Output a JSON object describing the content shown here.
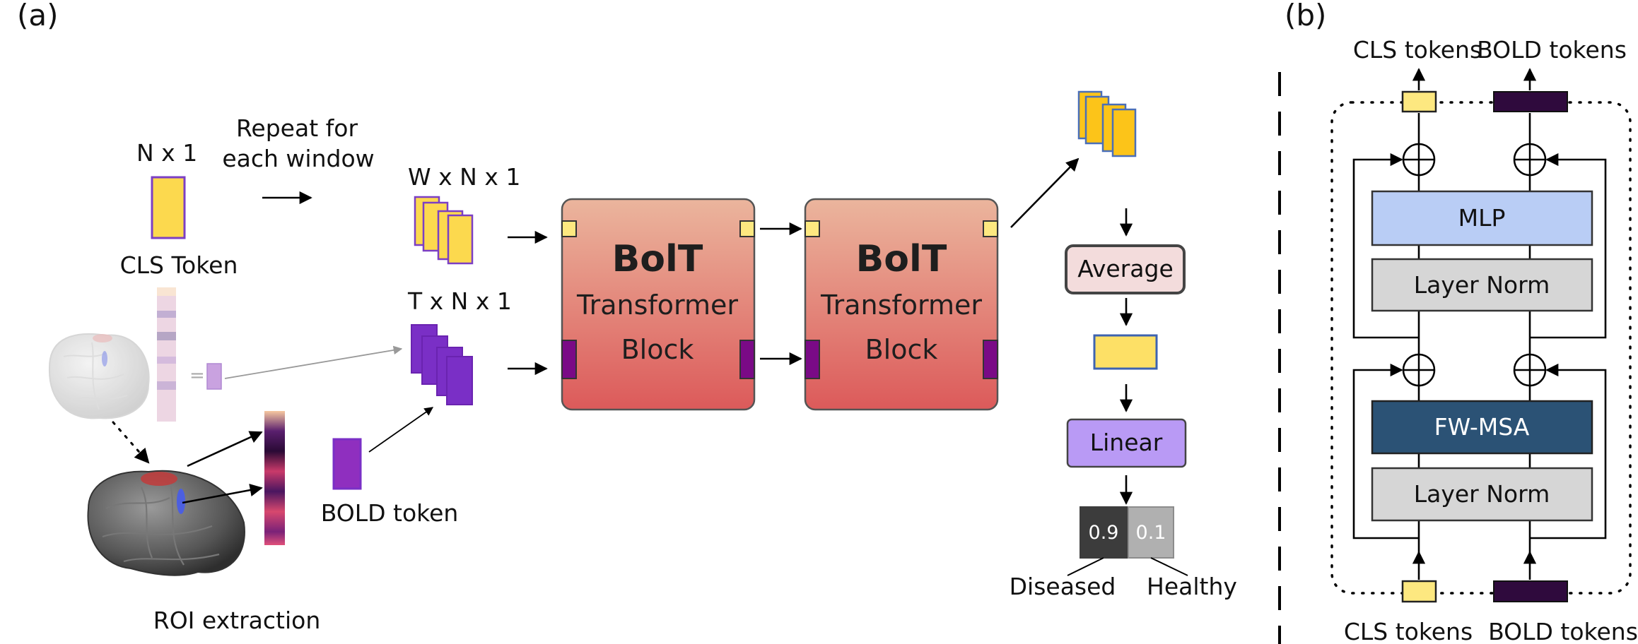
{
  "panel_a": {
    "label": "(a)",
    "n_x_1": "N x 1",
    "repeat": [
      "Repeat for",
      "each window"
    ],
    "cls_token": "CLS Token",
    "w_n_1": "W x N x 1",
    "t_n_1": "T x N x 1",
    "bold_token": "BOLD token",
    "roi": "ROI extraction",
    "equals": "=",
    "block1": {
      "title": "BolT",
      "line1": "Transformer",
      "line2": "Block"
    },
    "block2": {
      "title": "BolT",
      "line1": "Transformer",
      "line2": "Block"
    },
    "average": "Average",
    "linear": "Linear",
    "prob_diseased": "0.9",
    "prob_healthy": "0.1",
    "diseased": "Diseased",
    "healthy": "Healthy"
  },
  "panel_b": {
    "label": "(b)",
    "cls_top": "CLS tokens",
    "bold_top": "BOLD tokens",
    "mlp": "MLP",
    "layer_norm_top": "Layer Norm",
    "fw_msa": "FW-MSA",
    "layer_norm_bottom": "Layer Norm",
    "cls_bottom": "CLS tokens",
    "bold_bottom": "BOLD tokens"
  },
  "colors": {
    "cls_yellow": "#fcd94e",
    "cls_border": "#7b3fc4",
    "bold_purple": "#7a2fc6",
    "block_top": "#eab49c",
    "block_bottom": "#dd5c5c",
    "mlp_fill": "#b9cdf5",
    "fw_msa_fill": "#2b5275",
    "layer_norm_fill": "#d6d6d6",
    "linear_fill": "#b99af5",
    "average_fill": "#f3dcdc",
    "dark_bold": "#2f0a3d"
  }
}
